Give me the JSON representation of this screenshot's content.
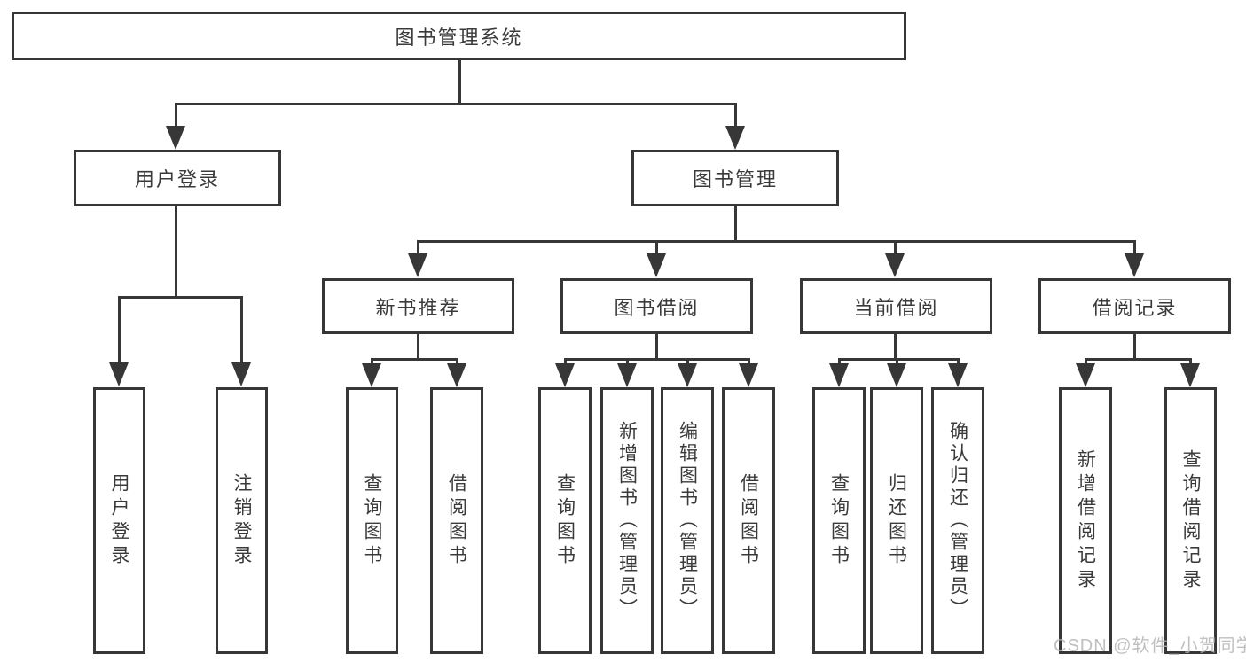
{
  "diagram": {
    "type": "hierarchy-tree",
    "title": "图书管理系统",
    "colors": {
      "line": "#373737",
      "border": "#373737",
      "text": "#3a3a3a",
      "background": "#ffffff",
      "watermark": "#b5b5b5"
    }
  },
  "tree": {
    "root": {
      "label": "图书管理系统"
    },
    "branches": [
      {
        "label": "用户登录",
        "children": [
          {
            "label": "用户登录"
          },
          {
            "label": "注销登录"
          }
        ]
      },
      {
        "label": "图书管理",
        "children": [
          {
            "label": "新书推荐",
            "children": [
              {
                "label": "查询图书"
              },
              {
                "label": "借阅图书"
              }
            ]
          },
          {
            "label": "图书借阅",
            "children": [
              {
                "label": "查询图书"
              },
              {
                "label": "新增图书（管理员）"
              },
              {
                "label": "编辑图书（管理员）"
              },
              {
                "label": "借阅图书"
              }
            ]
          },
          {
            "label": "当前借阅",
            "children": [
              {
                "label": "查询图书"
              },
              {
                "label": "归还图书"
              },
              {
                "label": "确认归还（管理员）"
              }
            ]
          },
          {
            "label": "借阅记录",
            "children": [
              {
                "label": "新增借阅记录"
              },
              {
                "label": "查询借阅记录"
              }
            ]
          }
        ]
      }
    ]
  },
  "watermark": {
    "text": "CSDN @软件_小贺同学"
  }
}
